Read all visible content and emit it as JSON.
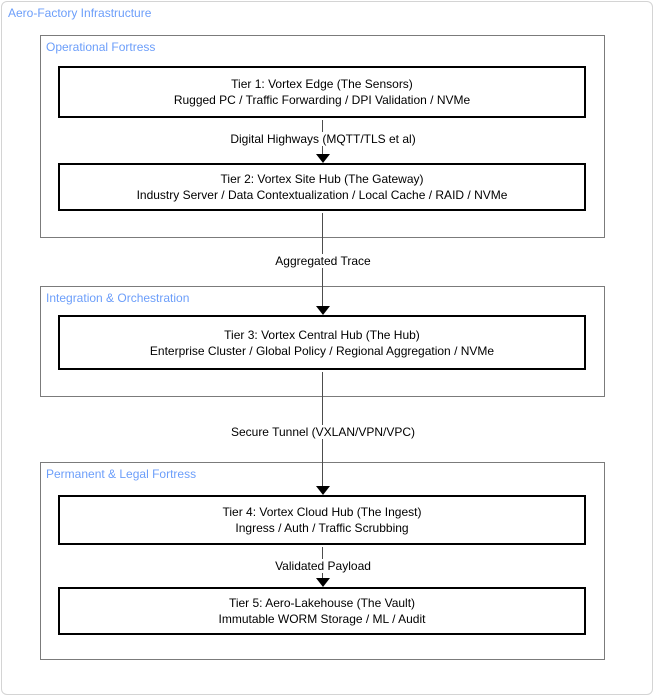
{
  "title": "Aero-Factory Infrastructure",
  "colors": {
    "label_accent_blue": "#6c9efa",
    "node_border": "#000000",
    "container_border": "#7b7b7b",
    "outer_border": "#d4d4d4",
    "arrow": "#4d4d4d"
  },
  "containers": [
    {
      "label": "Operational Fortress"
    },
    {
      "label": "Integration & Orchestration"
    },
    {
      "label": "Permanent & Legal Fortress"
    }
  ],
  "nodes": [
    {
      "title": "Tier 1: Vortex Edge (The Sensors)",
      "subtitle": "Rugged PC / Traffic Forwarding / DPI Validation / NVMe"
    },
    {
      "title": "Tier 2: Vortex Site Hub (The Gateway)",
      "subtitle": "Industry Server / Data Contextualization / Local Cache / RAID / NVMe"
    },
    {
      "title": "Tier 3: Vortex Central Hub (The Hub)",
      "subtitle": "Enterprise Cluster / Global Policy / Regional Aggregation / NVMe"
    },
    {
      "title": "Tier 4: Vortex Cloud Hub (The Ingest)",
      "subtitle": "Ingress / Auth / Traffic Scrubbing"
    },
    {
      "title": "Tier 5: Aero-Lakehouse (The Vault)",
      "subtitle": "Immutable WORM Storage / ML / Audit"
    }
  ],
  "edges": [
    {
      "label": "Digital Highways (MQTT/TLS et al)"
    },
    {
      "label": "Aggregated Trace"
    },
    {
      "label": "Secure Tunnel (VXLAN/VPN/VPC)"
    },
    {
      "label": "Validated Payload"
    }
  ]
}
